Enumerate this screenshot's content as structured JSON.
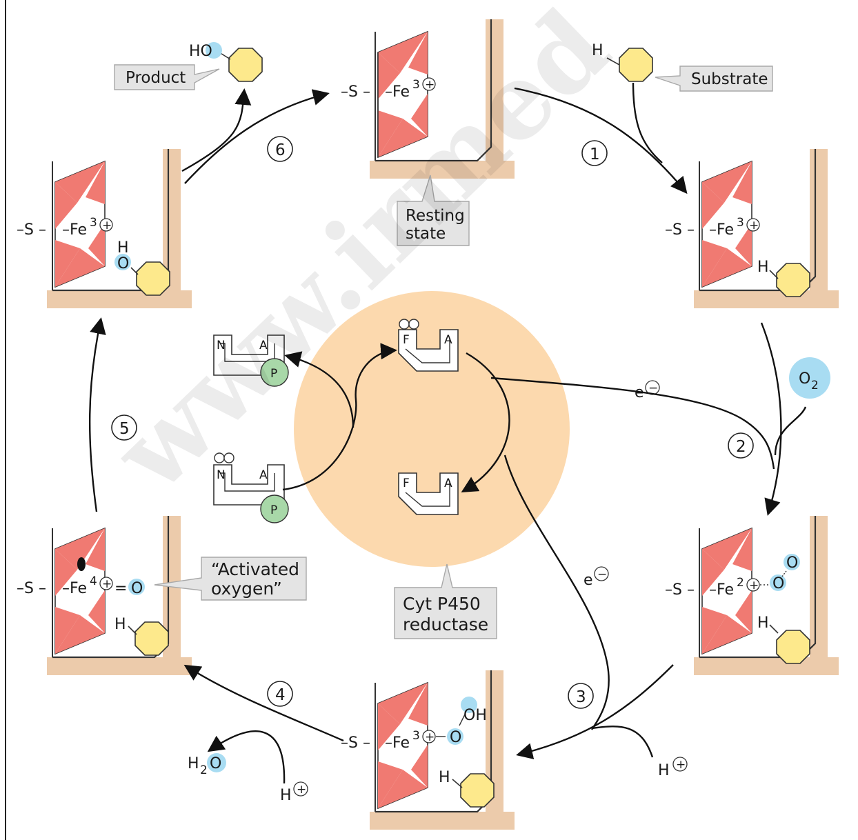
{
  "watermark": "www.irmed",
  "steps": [
    "1",
    "2",
    "3",
    "4",
    "5",
    "6"
  ],
  "callouts": {
    "substrate": "Substrate",
    "product": "Product",
    "resting_line1": "Resting",
    "resting_line2": "state",
    "activated_line1": "“Activated",
    "activated_line2": "oxygen”",
    "reductase_line1": "Cyt P450",
    "reductase_line2": "reductase"
  },
  "chem": {
    "sulfur": "–S –",
    "fe": "–Fe",
    "ox3": "3",
    "ox2": "2",
    "ox4": "4",
    "plus": "+",
    "minus": "−",
    "h": "H",
    "o": "O",
    "oh": "OH",
    "ho": "HO",
    "o2": "O",
    "o2_sub": "2",
    "h2o_h": "H",
    "h2o_sub": "2",
    "h2o_o": "O",
    "electron": "e",
    "equals": "=",
    "bond": "–"
  },
  "cofactors": {
    "n": "N",
    "a": "A",
    "p": "P",
    "f": "F"
  },
  "colors": {
    "heme_red": "#f07a72",
    "substrate_yellow": "#fde98c",
    "oxygen_blue": "#a8dcf2",
    "phosphate_green": "#a8d8a8",
    "reductase_bg": "#fcd9ae",
    "pocket_shadow": "#e8c3a0"
  }
}
